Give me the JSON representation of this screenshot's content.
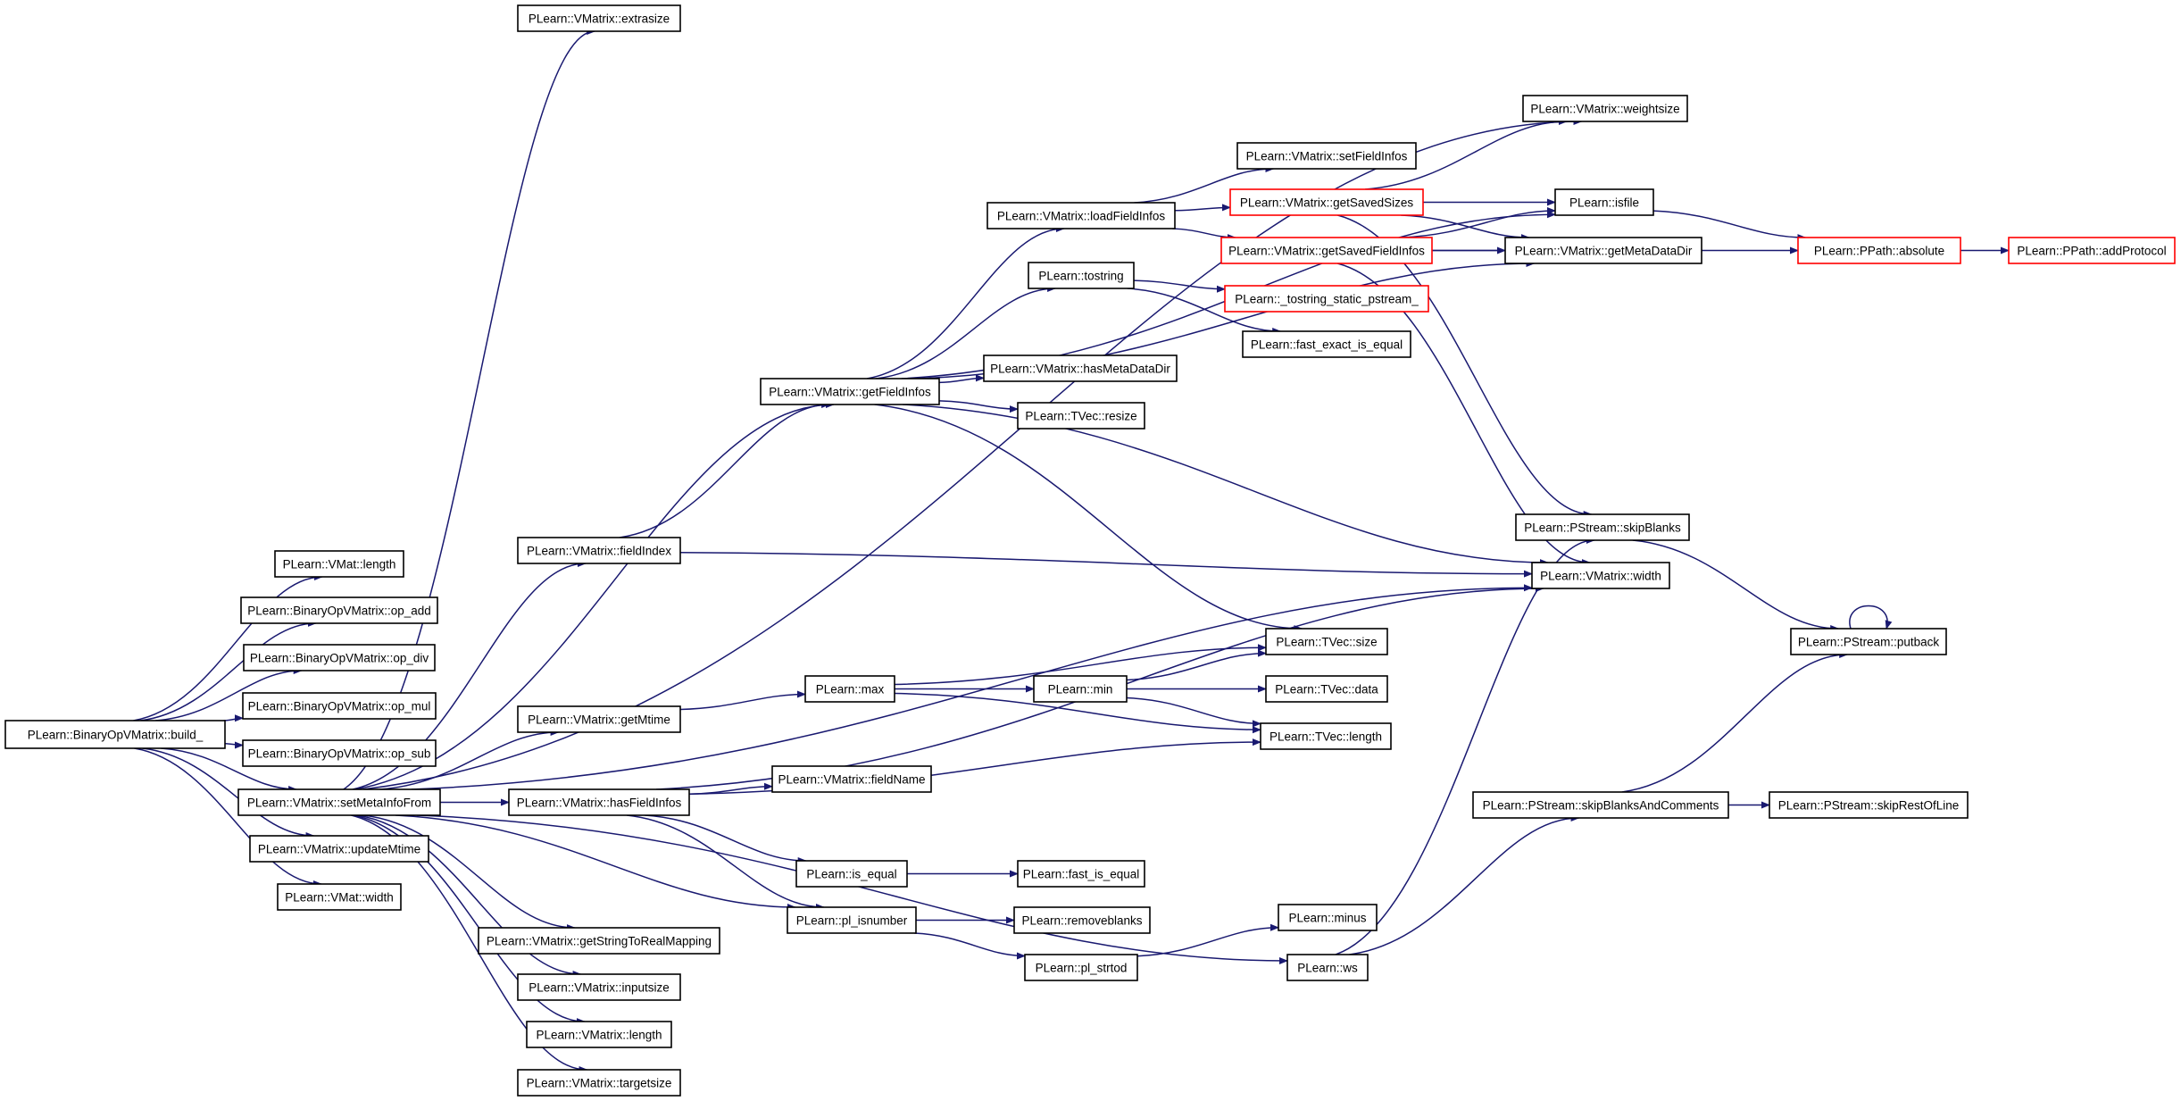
{
  "colors": {
    "edge": "#191970",
    "node_border": "#000000",
    "node_border_truncated": "#ff0000",
    "node_fill": "#ffffff",
    "node_fill_root": "#bfbfbf"
  },
  "nodes": [
    {
      "id": "build",
      "label": "PLearn::BinaryOpVMatrix::build_",
      "style": "root"
    },
    {
      "id": "vmat_length",
      "label": "PLearn::VMat::length"
    },
    {
      "id": "op_add",
      "label": "PLearn::BinaryOpVMatrix::op_add"
    },
    {
      "id": "op_div",
      "label": "PLearn::BinaryOpVMatrix::op_div"
    },
    {
      "id": "op_mul",
      "label": "PLearn::BinaryOpVMatrix::op_mul"
    },
    {
      "id": "op_sub",
      "label": "PLearn::BinaryOpVMatrix::op_sub"
    },
    {
      "id": "setMetaInfoFrom",
      "label": "PLearn::VMatrix::setMetaInfoFrom"
    },
    {
      "id": "updateMtime",
      "label": "PLearn::VMatrix::updateMtime"
    },
    {
      "id": "vmat_width",
      "label": "PLearn::VMat::width"
    },
    {
      "id": "extrasize",
      "label": "PLearn::VMatrix::extrasize"
    },
    {
      "id": "fieldIndex",
      "label": "PLearn::VMatrix::fieldIndex"
    },
    {
      "id": "getMtime",
      "label": "PLearn::VMatrix::getMtime"
    },
    {
      "id": "hasFieldInfos",
      "label": "PLearn::VMatrix::hasFieldInfos"
    },
    {
      "id": "getStringToRealMapping",
      "label": "PLearn::VMatrix::getStringToRealMapping"
    },
    {
      "id": "inputsize",
      "label": "PLearn::VMatrix::inputsize"
    },
    {
      "id": "vmatrix_length",
      "label": "PLearn::VMatrix::length"
    },
    {
      "id": "targetsize",
      "label": "PLearn::VMatrix::targetsize"
    },
    {
      "id": "getFieldInfos",
      "label": "PLearn::VMatrix::getFieldInfos"
    },
    {
      "id": "max",
      "label": "PLearn::max"
    },
    {
      "id": "fieldName",
      "label": "PLearn::VMatrix::fieldName"
    },
    {
      "id": "is_equal",
      "label": "PLearn::is_equal"
    },
    {
      "id": "pl_isnumber",
      "label": "PLearn::pl_isnumber"
    },
    {
      "id": "loadFieldInfos",
      "label": "PLearn::VMatrix::loadFieldInfos"
    },
    {
      "id": "tostring",
      "label": "PLearn::tostring"
    },
    {
      "id": "hasMetaDataDir",
      "label": "PLearn::VMatrix::hasMetaDataDir"
    },
    {
      "id": "tvec_resize",
      "label": "PLearn::TVec::resize"
    },
    {
      "id": "min",
      "label": "PLearn::min"
    },
    {
      "id": "fast_is_equal",
      "label": "PLearn::fast_is_equal"
    },
    {
      "id": "removeblanks",
      "label": "PLearn::removeblanks"
    },
    {
      "id": "pl_strtod",
      "label": "PLearn::pl_strtod"
    },
    {
      "id": "setFieldInfos",
      "label": "PLearn::VMatrix::setFieldInfos"
    },
    {
      "id": "getSavedSizes",
      "label": "PLearn::VMatrix::getSavedSizes",
      "style": "truncated"
    },
    {
      "id": "getSavedFieldInfos",
      "label": "PLearn::VMatrix::getSavedFieldInfos",
      "style": "truncated"
    },
    {
      "id": "tostring_static",
      "label": "PLearn::_tostring_static_pstream_",
      "style": "truncated"
    },
    {
      "id": "fast_exact_is_equal",
      "label": "PLearn::fast_exact_is_equal"
    },
    {
      "id": "tvec_size",
      "label": "PLearn::TVec::size"
    },
    {
      "id": "tvec_data",
      "label": "PLearn::TVec::data"
    },
    {
      "id": "tvec_length",
      "label": "PLearn::TVec::length"
    },
    {
      "id": "minus",
      "label": "PLearn::minus"
    },
    {
      "id": "ws",
      "label": "PLearn::ws"
    },
    {
      "id": "weightsize",
      "label": "PLearn::VMatrix::weightsize"
    },
    {
      "id": "isfile",
      "label": "PLearn::isfile"
    },
    {
      "id": "getMetaDataDir",
      "label": "PLearn::VMatrix::getMetaDataDir"
    },
    {
      "id": "skipBlanks",
      "label": "PLearn::PStream::skipBlanks"
    },
    {
      "id": "vmatrix_width",
      "label": "PLearn::VMatrix::width"
    },
    {
      "id": "skipBlanksAndComments",
      "label": "PLearn::PStream::skipBlanksAndComments"
    },
    {
      "id": "absolute",
      "label": "PLearn::PPath::absolute",
      "style": "truncated"
    },
    {
      "id": "putback",
      "label": "PLearn::PStream::putback"
    },
    {
      "id": "skipRestOfLine",
      "label": "PLearn::PStream::skipRestOfLine"
    },
    {
      "id": "addProtocol",
      "label": "PLearn::PPath::addProtocol",
      "style": "truncated"
    }
  ],
  "edges": [
    [
      "build",
      "vmat_length"
    ],
    [
      "build",
      "op_add"
    ],
    [
      "build",
      "op_div"
    ],
    [
      "build",
      "op_mul"
    ],
    [
      "build",
      "op_sub"
    ],
    [
      "build",
      "setMetaInfoFrom"
    ],
    [
      "build",
      "updateMtime"
    ],
    [
      "build",
      "vmat_width"
    ],
    [
      "setMetaInfoFrom",
      "extrasize"
    ],
    [
      "setMetaInfoFrom",
      "weightsize"
    ],
    [
      "setMetaInfoFrom",
      "getFieldInfos"
    ],
    [
      "setMetaInfoFrom",
      "fieldIndex"
    ],
    [
      "setMetaInfoFrom",
      "vmatrix_width"
    ],
    [
      "setMetaInfoFrom",
      "getMtime"
    ],
    [
      "setMetaInfoFrom",
      "hasFieldInfos"
    ],
    [
      "setMetaInfoFrom",
      "pl_isnumber"
    ],
    [
      "setMetaInfoFrom",
      "ws"
    ],
    [
      "setMetaInfoFrom",
      "getStringToRealMapping"
    ],
    [
      "setMetaInfoFrom",
      "inputsize"
    ],
    [
      "setMetaInfoFrom",
      "vmatrix_length"
    ],
    [
      "setMetaInfoFrom",
      "targetsize"
    ],
    [
      "fieldIndex",
      "getFieldInfos"
    ],
    [
      "fieldIndex",
      "vmatrix_width"
    ],
    [
      "getFieldInfos",
      "isfile"
    ],
    [
      "getFieldInfos",
      "loadFieldInfos"
    ],
    [
      "getFieldInfos",
      "tostring"
    ],
    [
      "getFieldInfos",
      "getMetaDataDir"
    ],
    [
      "getFieldInfos",
      "hasMetaDataDir"
    ],
    [
      "getFieldInfos",
      "tvec_resize"
    ],
    [
      "getFieldInfos",
      "vmatrix_width"
    ],
    [
      "getFieldInfos",
      "tvec_size"
    ],
    [
      "loadFieldInfos",
      "setFieldInfos"
    ],
    [
      "loadFieldInfos",
      "getSavedSizes"
    ],
    [
      "loadFieldInfos",
      "getSavedFieldInfos"
    ],
    [
      "getSavedSizes",
      "weightsize"
    ],
    [
      "getSavedSizes",
      "isfile"
    ],
    [
      "getSavedSizes",
      "getMetaDataDir"
    ],
    [
      "getSavedSizes",
      "skipBlanks"
    ],
    [
      "getSavedFieldInfos",
      "isfile"
    ],
    [
      "getSavedFieldInfos",
      "getMetaDataDir"
    ],
    [
      "getSavedFieldInfos",
      "absolute"
    ],
    [
      "getSavedFieldInfos",
      "vmatrix_width"
    ],
    [
      "tostring",
      "tostring_static"
    ],
    [
      "tostring",
      "fast_exact_is_equal"
    ],
    [
      "isfile",
      "absolute"
    ],
    [
      "absolute",
      "addProtocol"
    ],
    [
      "getMtime",
      "max"
    ],
    [
      "max",
      "tvec_size"
    ],
    [
      "max",
      "min"
    ],
    [
      "max",
      "tvec_length"
    ],
    [
      "min",
      "tvec_size"
    ],
    [
      "min",
      "tvec_data"
    ],
    [
      "min",
      "tvec_length"
    ],
    [
      "hasFieldInfos",
      "tvec_length"
    ],
    [
      "hasFieldInfos",
      "fieldName"
    ],
    [
      "hasFieldInfos",
      "vmatrix_width"
    ],
    [
      "hasFieldInfos",
      "is_equal"
    ],
    [
      "hasFieldInfos",
      "pl_isnumber"
    ],
    [
      "is_equal",
      "fast_is_equal"
    ],
    [
      "pl_isnumber",
      "removeblanks"
    ],
    [
      "pl_isnumber",
      "pl_strtod"
    ],
    [
      "pl_strtod",
      "minus"
    ],
    [
      "ws",
      "skipBlanks"
    ],
    [
      "ws",
      "skipBlanksAndComments"
    ],
    [
      "skipBlanks",
      "putback"
    ],
    [
      "putback",
      "putback"
    ],
    [
      "skipBlanksAndComments",
      "putback"
    ],
    [
      "skipBlanksAndComments",
      "skipRestOfLine"
    ]
  ]
}
